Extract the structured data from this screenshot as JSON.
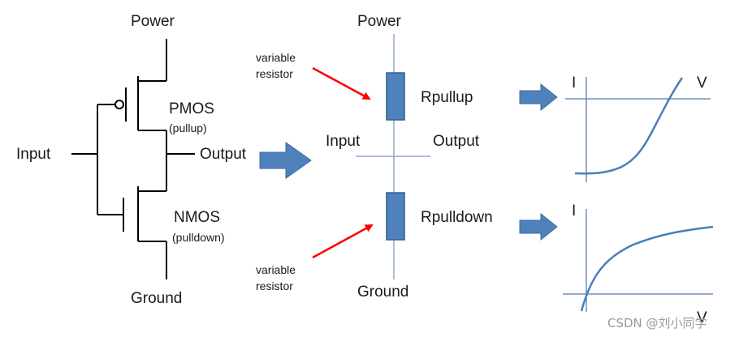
{
  "left": {
    "power": "Power",
    "pmos": "PMOS",
    "pmos_sub": "(pullup)",
    "input": "Input",
    "output": "Output",
    "nmos": "NMOS",
    "nmos_sub": "(pulldown)",
    "ground": "Ground"
  },
  "middle": {
    "power": "Power",
    "var_top_1": "variable",
    "var_top_2": "resistor",
    "rpullup": "Rpullup",
    "input": "Input",
    "output": "Output",
    "rpulldown": "Rpulldown",
    "var_bot_1": "variable",
    "var_bot_2": "resistor",
    "ground": "Ground"
  },
  "graphs": {
    "top_i": "I",
    "top_v": "V",
    "bottom_i": "I",
    "bottom_v": "V"
  },
  "watermark": "CSDN @刘小同学",
  "colors": {
    "resistor_fill": "#4f81bd",
    "resistor_stroke": "#2f5f92",
    "arrow_fill": "#4f81bd",
    "curve": "#4a7ebb",
    "red_arrow": "#ff0000",
    "axis": "#6f8fbf"
  }
}
